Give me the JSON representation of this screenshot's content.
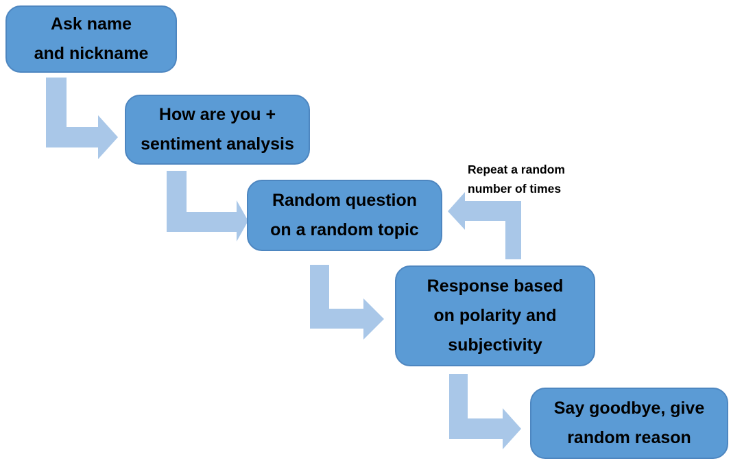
{
  "diagram": {
    "type": "flowchart",
    "colors": {
      "node_fill": "#5b9bd5",
      "node_border": "#4d86c0",
      "arrow_fill": "#a9c7e8",
      "text": "#000000",
      "background": "#ffffff"
    },
    "nodes": [
      {
        "id": "ask-name",
        "lines": [
          "Ask name",
          "and nickname"
        ]
      },
      {
        "id": "how-are-you",
        "lines": [
          "How are you +",
          "sentiment analysis"
        ]
      },
      {
        "id": "random-question",
        "lines": [
          "Random question",
          "on a random topic"
        ]
      },
      {
        "id": "response",
        "lines": [
          "Response based",
          "on polarity and",
          "subjectivity"
        ]
      },
      {
        "id": "goodbye",
        "lines": [
          "Say goodbye, give",
          "random reason"
        ]
      }
    ],
    "edges": [
      {
        "from": "ask-name",
        "to": "how-are-you",
        "style": "elbow-down-right"
      },
      {
        "from": "how-are-you",
        "to": "random-question",
        "style": "elbow-down-right"
      },
      {
        "from": "random-question",
        "to": "response",
        "style": "elbow-down-right"
      },
      {
        "from": "response",
        "to": "goodbye",
        "style": "elbow-down-right"
      },
      {
        "from": "response",
        "to": "random-question",
        "style": "elbow-up-left",
        "label": "Repeat a random number of times"
      }
    ],
    "repeat_label": {
      "lines": [
        "Repeat a random",
        "number of times"
      ]
    }
  }
}
